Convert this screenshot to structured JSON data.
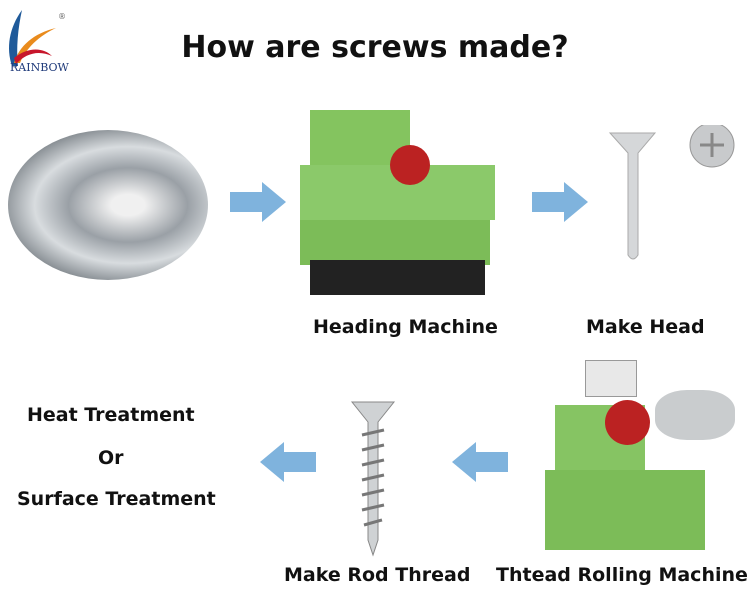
{
  "logo": {
    "text": "RAINBOW",
    "registered": "®"
  },
  "title": "How are screws made?",
  "steps": {
    "heading_machine": "Heading Machine",
    "make_head": "Make Head",
    "heat_treatment": "Heat Treatment",
    "or": "Or",
    "surface_treatment": "Surface Treatment",
    "make_rod_thread": "Make Rod Thread",
    "thread_rolling_machine": "Thtead Rolling Machine"
  },
  "colors": {
    "arrow": "#7fb3dd",
    "machine": "#7fbf5a"
  }
}
